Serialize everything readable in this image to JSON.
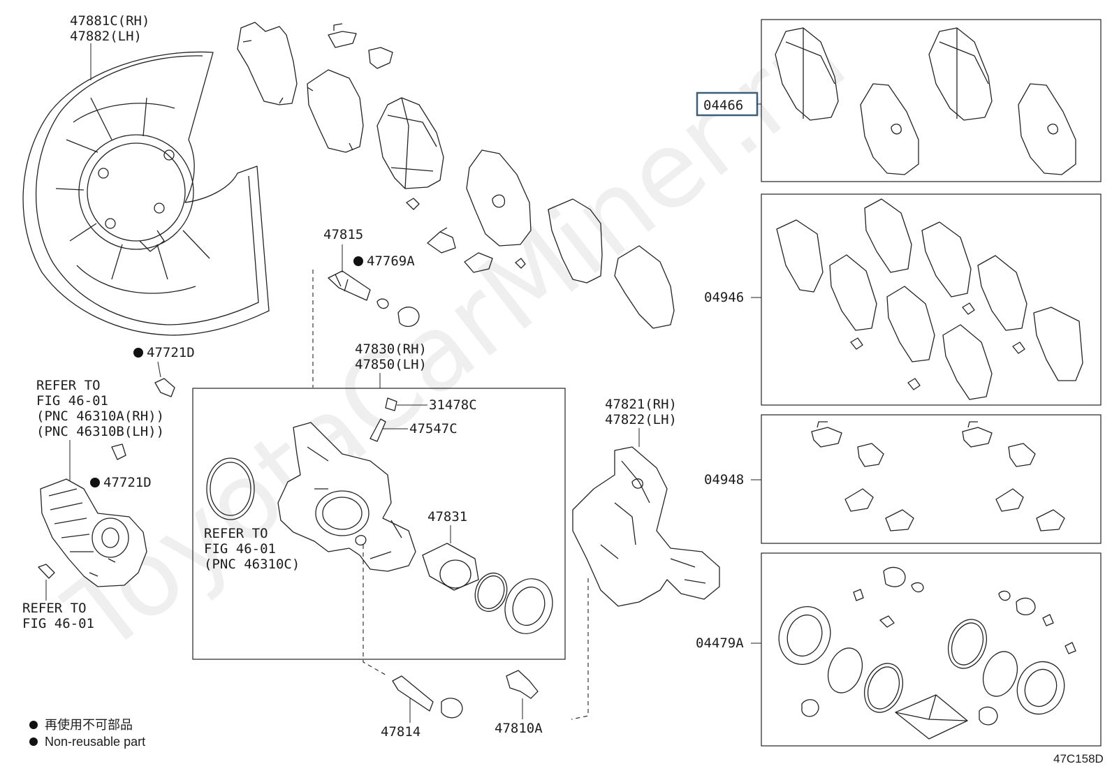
{
  "labels": {
    "shield": [
      "47881C(RH)",
      "47882(LH)"
    ],
    "p47815": "47815",
    "p47769a": "47769A",
    "p47721d_top": "47721D",
    "refer_motor": [
      "REFER TO",
      "FIG 46-01",
      "(PNC 46310A(RH))",
      "(PNC 46310B(LH))"
    ],
    "p47721d_mid": "47721D",
    "refer_plug": [
      "REFER TO",
      "FIG 46-01"
    ],
    "caliper": [
      "47830(RH)",
      "47850(LH)"
    ],
    "p31478c": "31478C",
    "p47547c": "47547C",
    "refer_oring": [
      "REFER TO",
      "FIG 46-01",
      "(PNC 46310C)"
    ],
    "p47831": "47831",
    "mount": [
      "47821(RH)",
      "47822(LH)"
    ],
    "p47814": "47814",
    "p47810a": "47810A",
    "kit_04466": "04466",
    "kit_04946": "04946",
    "kit_04948": "04948",
    "kit_04479a": "04479A"
  },
  "legend": {
    "line_jp": "再使用不可部品",
    "line_en": "Non-reusable part"
  },
  "figure_code": "47C158D",
  "watermark": "ToyotaCarMiner.ru",
  "colors": {
    "line": "#222222",
    "highlight_border": "#3a5f7a"
  }
}
